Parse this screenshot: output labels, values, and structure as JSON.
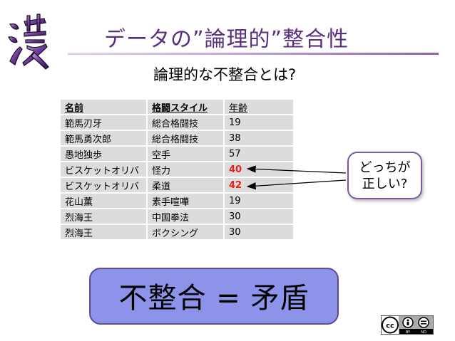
{
  "header": {
    "title": "データの”論理的”整合性"
  },
  "subtitle": "論理的な不整合とは?",
  "table": {
    "headers": [
      "名前",
      "格闘スタイル",
      "年齢"
    ],
    "rows": [
      [
        "範馬刃牙",
        "総合格闘技",
        "19"
      ],
      [
        "範馬勇次郎",
        "総合格闘技",
        "38"
      ],
      [
        "愚地独歩",
        "空手",
        "57"
      ],
      [
        "ビスケットオリバ",
        "怪力",
        "40"
      ],
      [
        "ビスケットオリバ",
        "柔道",
        "42"
      ],
      [
        "花山薫",
        "素手喧嘩",
        "19"
      ],
      [
        "烈海王",
        "中国拳法",
        "30"
      ],
      [
        "烈海王",
        "ボクシング",
        "30"
      ]
    ],
    "highlight_color": "#e8201a"
  },
  "callout": {
    "line1": "どっちが",
    "line2": "正しい?"
  },
  "banner": {
    "text": "不整合 = 矛盾",
    "color": "#8c93e8"
  },
  "license": {
    "by": "BY",
    "nd": "ND",
    "icon": "creative-commons-by-nd-icon"
  },
  "colors": {
    "title": "#5b2f7f",
    "accent": "#7a5aa8"
  }
}
